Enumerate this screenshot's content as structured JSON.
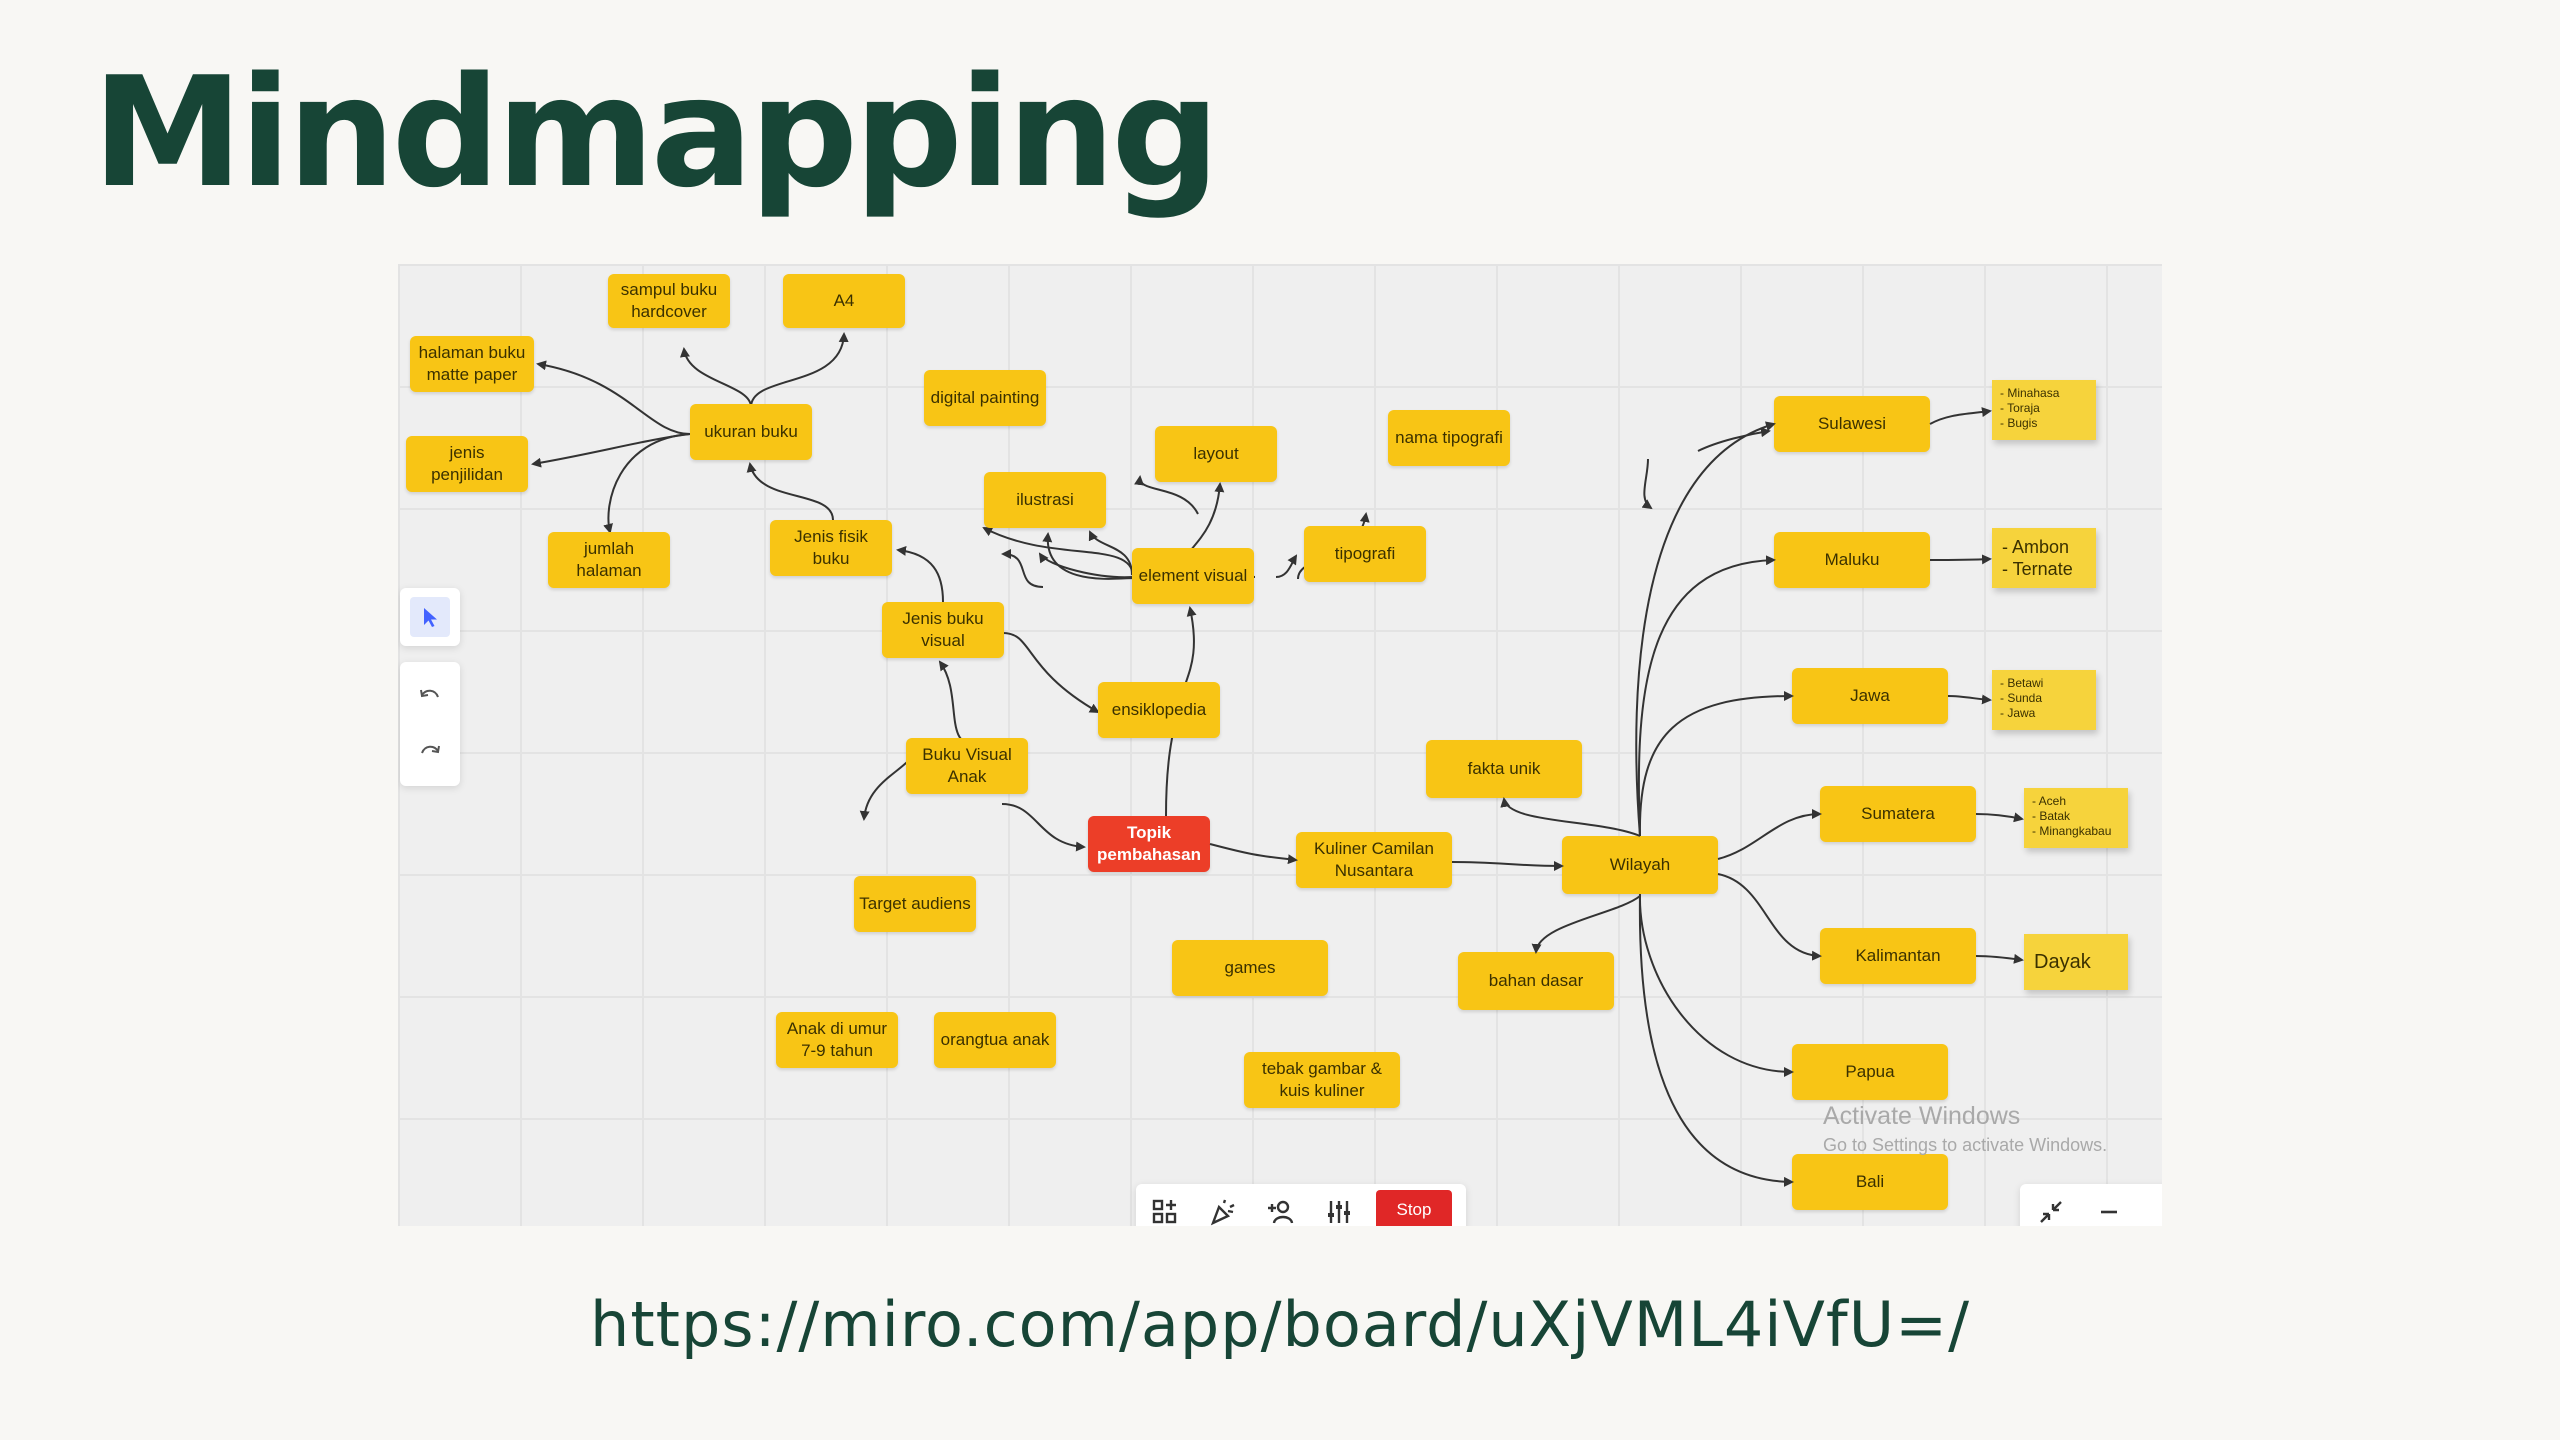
{
  "slide": {
    "title": "Mindmapping",
    "url": "https://miro.com/app/board/uXjVML4iVfU=/"
  },
  "board": {
    "nodes": {
      "sampul": "sampul buku\nhardcover",
      "a4": "A4",
      "halaman": "halaman buku\nmatte paper",
      "ukuran": "ukuran buku",
      "jenis_penjilidan": "jenis\npenjilidan",
      "jumlah": "jumlah\nhalaman",
      "jenis_fisik": "Jenis fisik buku",
      "jenis_buku_visual": "Jenis buku\nvisual",
      "digital": "digital painting",
      "ilustrasi": "ilustrasi",
      "layout": "layout",
      "element": "element visual",
      "tipografi": "tipografi",
      "nama_tipografi": "nama tipografi",
      "ensiklopedia": "ensiklopedia",
      "buku_visual_anak": "Buku Visual\nAnak",
      "topik": "Topik\npembahasan",
      "kuliner": "Kuliner Camilan\nNusantara",
      "wilayah": "Wilayah",
      "fakta": "fakta unik",
      "bahan": "bahan dasar",
      "target": "Target audiens",
      "anak": "Anak di umur\n7-9 tahun",
      "orangtua": "orangtua anak",
      "games": "games",
      "tebak": "tebak gambar &\nkuis kuliner",
      "sulawesi": "Sulawesi",
      "maluku": "Maluku",
      "jawa": "Jawa",
      "sumatera": "Sumatera",
      "kalimantan": "Kalimantan",
      "papua": "Papua",
      "bali": "Bali"
    },
    "stickies": {
      "sulawesi": "- Minahasa\n- Toraja\n- Bugis",
      "maluku": "- Ambon\n- Ternate",
      "jawa": "- Betawi\n- Sunda\n- Jawa",
      "sumatera": "- Aceh\n- Batak\n- Minangkabau",
      "kalimantan": "Dayak"
    },
    "left_toolbar": {
      "select_icon": "cursor-arrow-icon",
      "undo_icon": "undo-icon",
      "redo_icon": "redo-icon"
    },
    "bottom_toolbar": {
      "icons": [
        "apps-icon",
        "celebrate-icon",
        "add-user-icon",
        "settings-sliders-icon"
      ],
      "stop_label": "Stop"
    },
    "zoom_toolbar": {
      "icons": [
        "collapse-icon",
        "zoom-out-icon"
      ]
    },
    "watermark": {
      "line1": "Activate Windows",
      "line2": "Go to Settings to activate Windows."
    }
  },
  "colors": {
    "title": "#174536",
    "node": "#f8c515",
    "root": "#ec3e28",
    "sticky": "#f6d33c",
    "stop": "#e02727"
  }
}
